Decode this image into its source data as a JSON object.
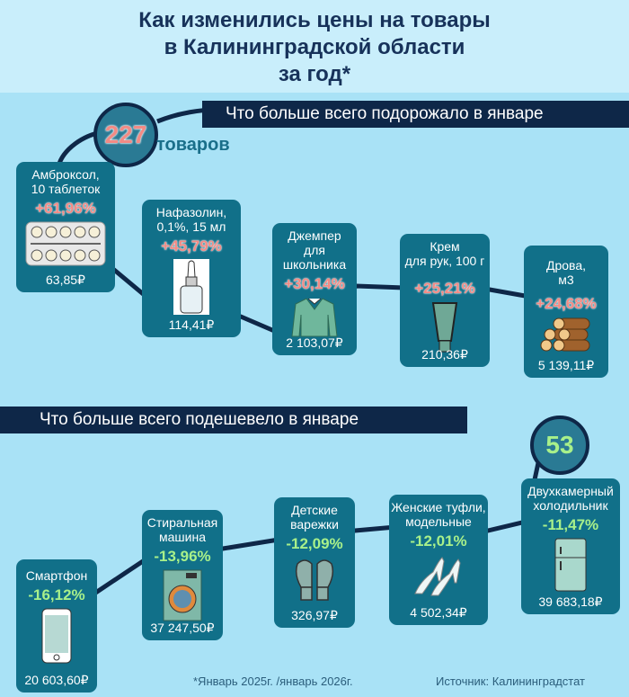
{
  "title": {
    "line1": "Как изменились цены на товары",
    "line2": "в Калининградской области",
    "line3": "за год*"
  },
  "colors": {
    "navy": "#0e2748",
    "card": "#117089",
    "increase": "#f28b85",
    "decrease": "#a8f08a",
    "background": "#a9e2f6"
  },
  "increase": {
    "banner": "Что больше всего подорожало в январе",
    "count": "227",
    "count_label": "товаров",
    "items": [
      {
        "name1": "Амброксол,",
        "name2": "10 таблеток",
        "change": "+61,96%",
        "price": "63,85₽",
        "icon": "pills-blister-icon"
      },
      {
        "name1": "Нафазолин,",
        "name2": "0,1%, 15 мл",
        "change": "+45,79%",
        "price": "114,41₽",
        "icon": "dropper-bottle-icon"
      },
      {
        "name1": "Джемпер",
        "name2": "для",
        "name3": "школьника",
        "change": "+30,14%",
        "price": "2 103,07₽",
        "icon": "sweater-icon"
      },
      {
        "name1": "Крем",
        "name2": "для рук, 100 г",
        "change": "+25,21%",
        "price": "210,36₽",
        "icon": "cream-tube-icon"
      },
      {
        "name1": "Дрова,",
        "name2": "м3",
        "change": "+24,68%",
        "price": "5 139,11₽",
        "icon": "firewood-icon"
      }
    ]
  },
  "decrease": {
    "banner": "Что больше всего подешевело в январе",
    "count": "53",
    "items": [
      {
        "name1": "Смартфон",
        "change": "-16,12%",
        "price": "20 603,60₽",
        "icon": "smartphone-icon"
      },
      {
        "name1": "Стиральная",
        "name2": "машина",
        "change": "-13,96%",
        "price": "37 247,50₽",
        "icon": "washing-machine-icon"
      },
      {
        "name1": "Детские",
        "name2": "варежки",
        "change": "-12,09%",
        "price": "326,97₽",
        "icon": "mittens-icon"
      },
      {
        "name1": "Женские туфли,",
        "name2": "модельные",
        "change": "-12,01%",
        "price": "4 502,34₽",
        "icon": "high-heels-icon"
      },
      {
        "name1": "Двухкамерный",
        "name2": "холодильник",
        "change": "-11,47%",
        "price": "39 683,18₽",
        "icon": "fridge-icon"
      }
    ]
  },
  "footer": {
    "note": "*Январь 2025г. /январь 2026г.",
    "source": "Источник: Калининградстат"
  }
}
